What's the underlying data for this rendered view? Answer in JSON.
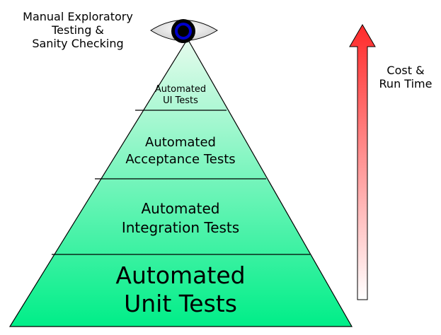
{
  "eye_caption": [
    "Manual Exploratory",
    "Testing &",
    "Sanity Checking"
  ],
  "layers": [
    {
      "id": "ui",
      "lines": [
        "Automated",
        "UI Tests"
      ]
    },
    {
      "id": "acceptance",
      "lines": [
        "Automated",
        "Acceptance Tests"
      ]
    },
    {
      "id": "integration",
      "lines": [
        "Automated",
        "Integration Tests"
      ]
    },
    {
      "id": "unit",
      "lines": [
        "Automated",
        "Unit Tests"
      ]
    }
  ],
  "arrow_label": [
    "Cost &",
    "Run Time"
  ],
  "colors": {
    "pyramid_top": "#e6fbed",
    "pyramid_bottom": "#00ee88",
    "arrow_top": "#ff2a2a",
    "arrow_bottom": "#ffffff",
    "eye_iris": "#0000cc"
  }
}
